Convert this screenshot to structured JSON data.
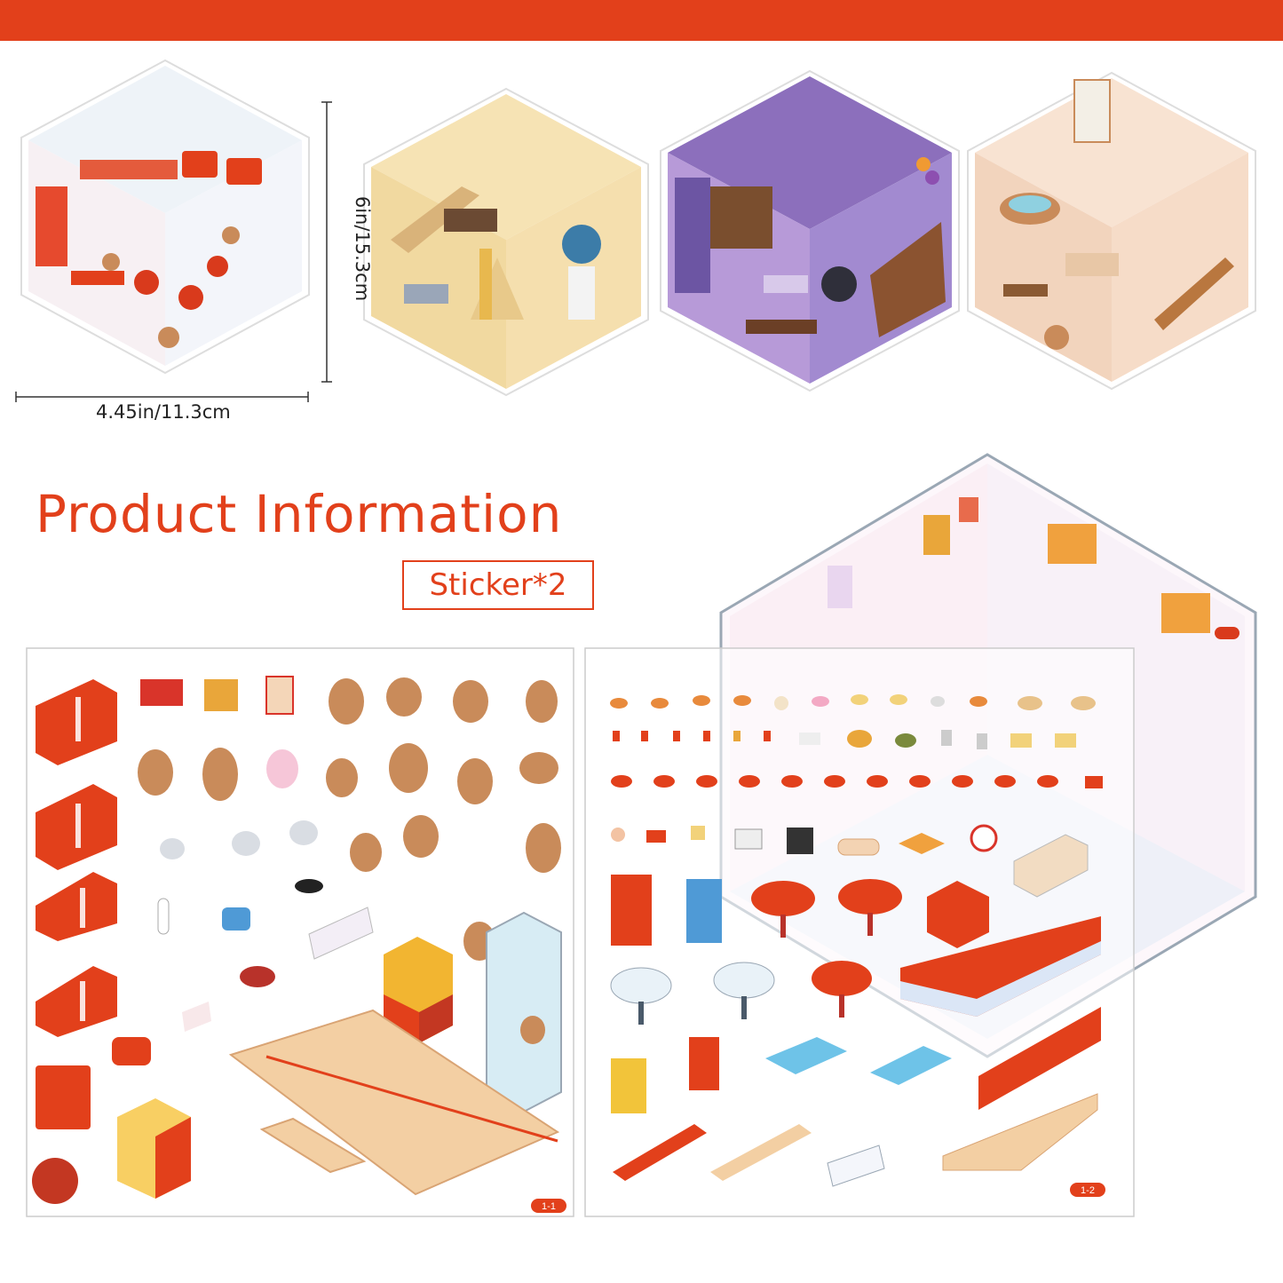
{
  "colors": {
    "accent": "#e2401b",
    "dim_line": "#333333"
  },
  "dimensions": {
    "width_label": "4.45in/11.3cm",
    "height_label": "6in/15.3cm"
  },
  "section": {
    "title": "Product Information",
    "badge": "Sticker*2"
  },
  "scenes": [
    "diner-scene",
    "museum-scene",
    "haunted-cafe-scene",
    "bathhouse-scene"
  ],
  "sheets": [
    {
      "id": "1-1"
    },
    {
      "id": "1-2"
    }
  ]
}
